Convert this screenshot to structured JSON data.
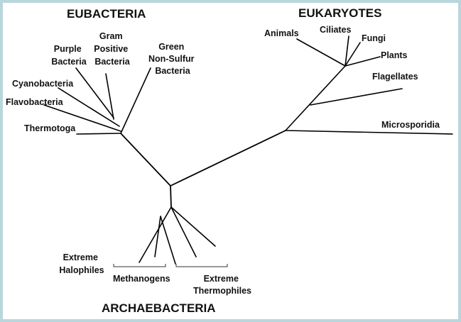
{
  "groups": {
    "eubacteria": "EUBACTERIA",
    "eukaryotes": "EUKARYOTES",
    "archaebacteria": "ARCHAEBACTERIA"
  },
  "taxa": {
    "purple_bacteria": [
      "Purple",
      "Bacteria"
    ],
    "gram_positive": [
      "Gram",
      "Positive",
      "Bacteria"
    ],
    "green_non_sulfur": [
      "Green",
      "Non-Sulfur",
      "Bacteria"
    ],
    "cyanobacteria": [
      "Cyanobacteria"
    ],
    "flavobacteria": [
      "Flavobacteria"
    ],
    "thermotoga": [
      "Thermotoga"
    ],
    "animals": [
      "Animals"
    ],
    "ciliates": [
      "Ciliates"
    ],
    "fungi": [
      "Fungi"
    ],
    "plants": [
      "Plants"
    ],
    "flagellates": [
      "Flagellates"
    ],
    "microsporidia": [
      "Microsporidia"
    ],
    "extreme_halophiles": [
      "Extreme",
      "Halophiles"
    ],
    "methanogens": [
      "Methanogens"
    ],
    "extreme_thermophiles": [
      "Extreme",
      "Thermophiles"
    ]
  },
  "colors": {
    "frame": "#b9d6dc",
    "lines": "#000000",
    "text": "#111111"
  }
}
